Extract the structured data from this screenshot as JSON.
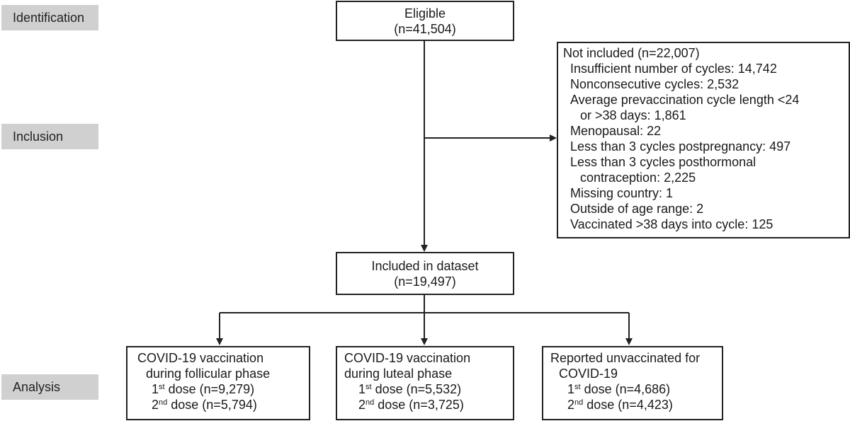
{
  "stages": [
    "Identification",
    "Inclusion",
    "Analysis"
  ],
  "eligible": {
    "title": "Eligible",
    "count": "(n=41,504)"
  },
  "not_included": {
    "title": "Not included (n=22,007)",
    "items": [
      "Insufficient number of cycles: 14,742",
      "Nonconsecutive cycles: 2,532",
      "Average prevaccination cycle length <24",
      "or >38 days: 1,861",
      "Menopausal: 22",
      "Less than 3 cycles postpregnancy: 497",
      "Less than 3 cycles posthormonal",
      "contraception: 2,225",
      "Missing country: 1",
      "Outside of age range: 2",
      "Vaccinated >38 days into cycle: 125"
    ]
  },
  "included": {
    "title": "Included in dataset",
    "count": "(n=19,497)"
  },
  "groups": [
    {
      "title_1": "COVID-19 vaccination",
      "title_2": "during follicular phase",
      "dose1": {
        "num": "1",
        "sup": "st",
        "text": " dose (n=9,279)"
      },
      "dose2": {
        "num": "2",
        "sup": "nd",
        "text": " dose (n=5,794)"
      }
    },
    {
      "title_1": "COVID-19 vaccination",
      "title_2": "during luteal phase",
      "dose1": {
        "num": "1",
        "sup": "st",
        "text": " dose (n=5,532)"
      },
      "dose2": {
        "num": "2",
        "sup": "nd",
        "text": " dose (n=3,725)"
      }
    },
    {
      "title_1": "Reported unvaccinated for",
      "title_2": "COVID-19",
      "dose1": {
        "num": "1",
        "sup": "st",
        "text": " dose (n=4,686)"
      },
      "dose2": {
        "num": "2",
        "sup": "nd",
        "text": " dose (n=4,423)"
      }
    }
  ]
}
